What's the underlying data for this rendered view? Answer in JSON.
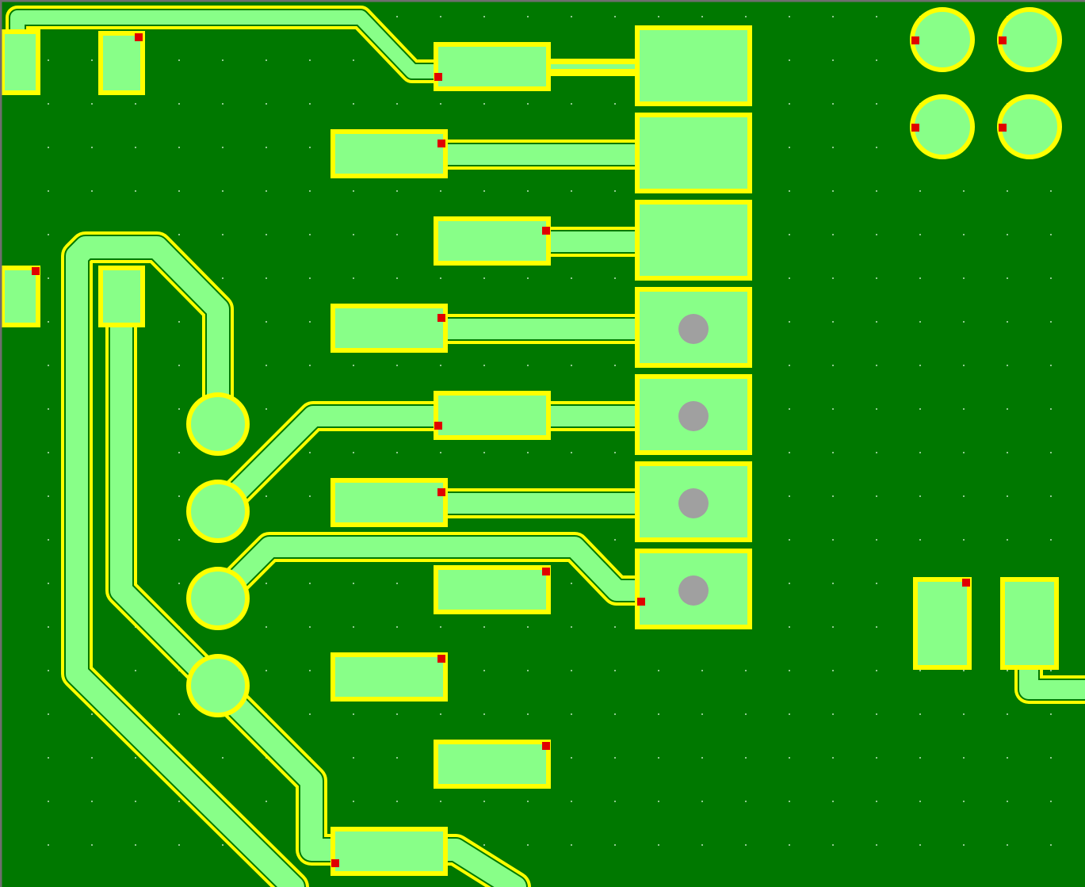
{
  "app": {
    "view": "pcb-layout-canvas"
  },
  "colors": {
    "board": "#007800",
    "copper_fill": "#88FF88",
    "copper_outline": "#FFFF00",
    "trace_edge": "#007800",
    "pad_marker": "#E00000",
    "drill_hole": "#A0A0A0",
    "grid_dot": "#8FCB8F",
    "frame": "#6E6E6E"
  },
  "layers": [
    {
      "name": "traces"
    },
    {
      "name": "pads"
    },
    {
      "name": "markers"
    },
    {
      "name": "drill-holes"
    }
  ],
  "icons": [
    "rect-pad-icon",
    "round-pad-icon",
    "drill-hole-icon",
    "pad-marker-icon",
    "grid-dot-icon"
  ]
}
